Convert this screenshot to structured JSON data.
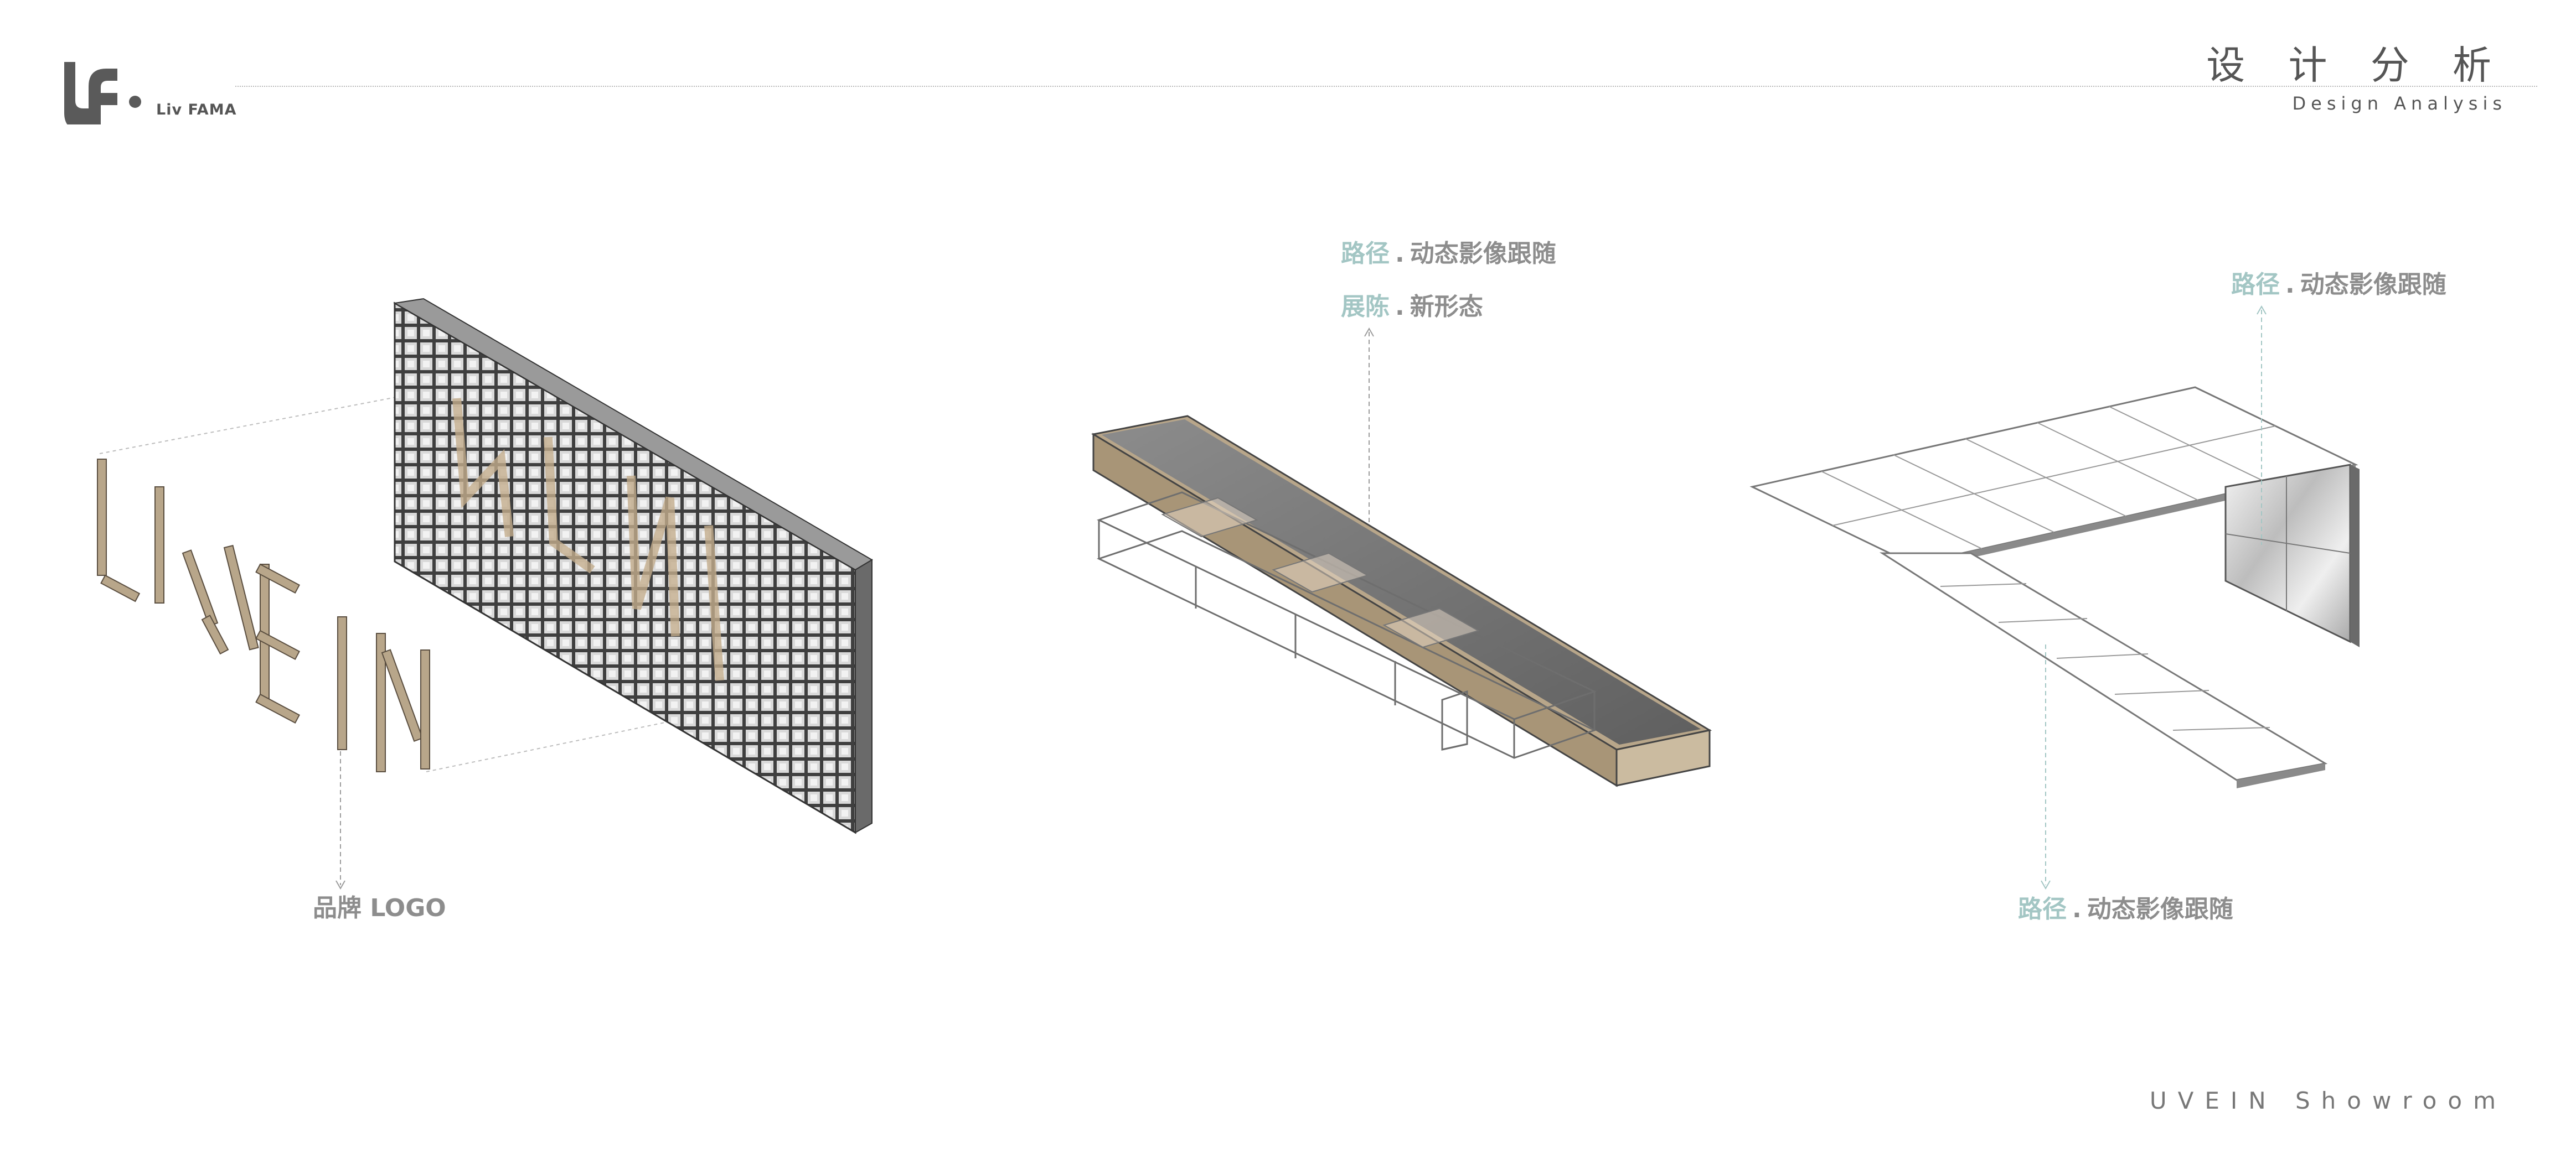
{
  "brand": {
    "logo_text": "Liv FAMA"
  },
  "header": {
    "title_cn": "设 计 分 析",
    "title_en": "Design Analysis"
  },
  "footer": {
    "project": "UVEIN Showroom"
  },
  "captions": {
    "logo": "品牌 LOGO",
    "mid_1_key": "路径",
    "mid_1_sep": ".",
    "mid_1_text": "动态影像跟随",
    "mid_2_key": "展陈",
    "mid_2_sep": ".",
    "mid_2_text": "新形态",
    "right_top_key": "路径",
    "right_top_sep": ".",
    "right_top_text": "动态影像跟随",
    "right_bottom_key": "路径",
    "right_bottom_sep": ".",
    "right_bottom_text": "动态影像跟随"
  },
  "colors": {
    "accent": "#a3c6c4",
    "caption_gray": "#8d8d8d",
    "panel_dark": "#4f4f4f",
    "wood": "#b8a68a"
  },
  "icons": [
    "liv-fama-logo-icon"
  ]
}
